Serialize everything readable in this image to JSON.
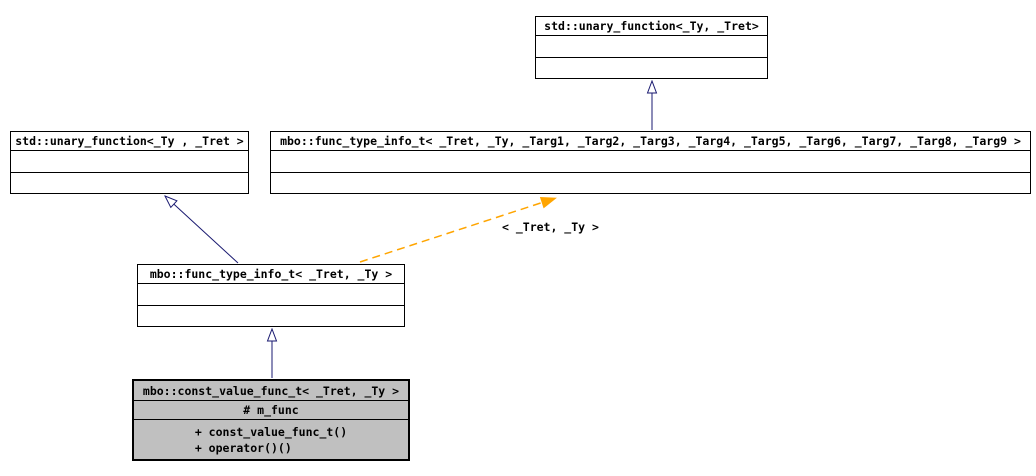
{
  "diagram": {
    "kind": "uml-class-inheritance-diagram",
    "nodes": [
      {
        "id": "unary-top",
        "label": "std::unary_function<_Ty, _Tret>"
      },
      {
        "id": "unary-left",
        "label": "std::unary_function<_Ty , _Tret >"
      },
      {
        "id": "func-full",
        "label": "mbo::func_type_info_t< _Tret, _Ty, _Targ1, _Targ2, _Targ3, _Targ4, _Targ5, _Targ6, _Targ7, _Targ8, _Targ9 >"
      },
      {
        "id": "func-2",
        "label": "mbo::func_type_info_t< _Tret, _Ty >"
      },
      {
        "id": "const-value",
        "label": "mbo::const_value_func_t< _Tret, _Ty >",
        "attributes": [
          "# m_func"
        ],
        "methods": [
          "+ const_value_func_t()",
          "+ operator()()"
        ]
      }
    ],
    "edges": [
      {
        "type": "inheritance",
        "from": "func-full",
        "to": "unary-top"
      },
      {
        "type": "inheritance",
        "from": "func-2",
        "to": "unary-left"
      },
      {
        "type": "inheritance",
        "from": "const-value",
        "to": "func-2"
      },
      {
        "type": "template-instantiation",
        "from": "func-2",
        "to": "func-full",
        "label": "< _Tret, _Ty >"
      }
    ],
    "template_edge_label": "< _Tret, _Ty >",
    "colors": {
      "inheritance_edge": "#191970",
      "template_edge": "#ffa500",
      "node_border": "#000000",
      "node_fill": "#ffffff",
      "highlight_fill": "#c0c0c0"
    }
  }
}
